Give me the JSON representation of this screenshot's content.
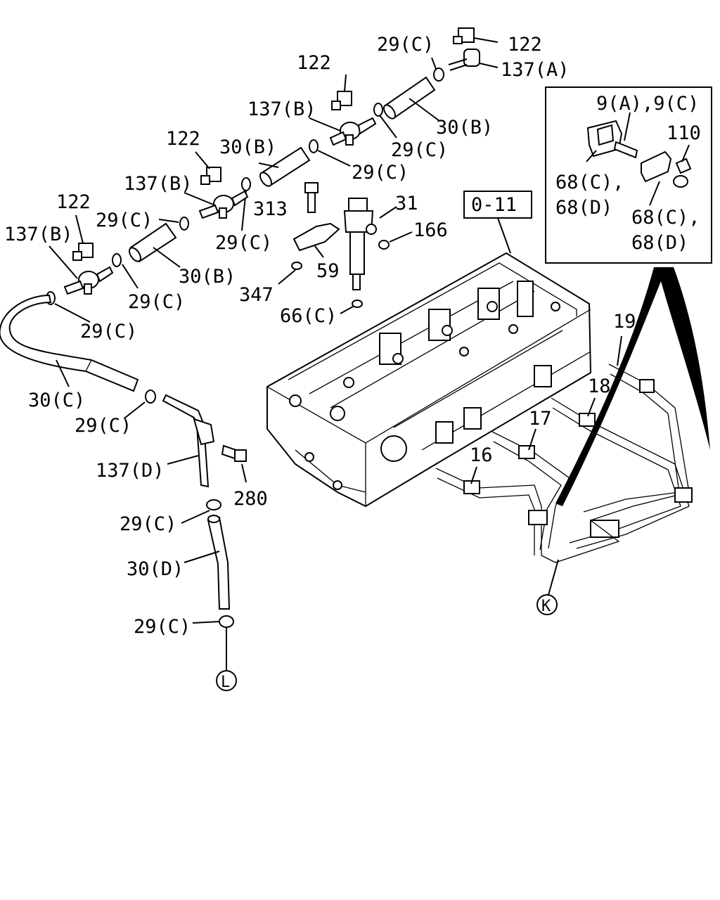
{
  "labels": {
    "p122_top": "122",
    "p137a": "137(A)",
    "p29c_top": "29(C)",
    "p122_2": "122",
    "p137b_2": "137(B)",
    "p30b_top": "30(B)",
    "p29c_right": "29(C)",
    "p122_3": "122",
    "p30b_2": "30(B)",
    "p29c_mid": "29(C)",
    "p137b_3": "137(B)",
    "p122_4": "122",
    "p29c_3": "29(C)",
    "p29c_4": "29(C)",
    "p137b_4": "137(B)",
    "p30b_3": "30(B)",
    "p29c_5": "29(C)",
    "p29c_6": "29(C)",
    "p313": "313",
    "p31": "31",
    "p166": "166",
    "p59": "59",
    "p347": "347",
    "p66c": "66(C)",
    "p30c": "30(C)",
    "p29c_7": "29(C)",
    "p137d": "137(D)",
    "p280": "280",
    "p29c_8": "29(C)",
    "p30d": "30(D)",
    "p29c_9": "29(C)",
    "ref_l": "L",
    "ref_k": "K",
    "p16": "16",
    "p17": "17",
    "p18": "18",
    "p19": "19",
    "ref_box": "0-11",
    "inset_9ac": "9(A),9(C)",
    "inset_110": "110",
    "inset_68a_1": "68(C),",
    "inset_68a_2": "68(D)",
    "inset_68b_1": "68(C),",
    "inset_68b_2": "68(D)"
  }
}
